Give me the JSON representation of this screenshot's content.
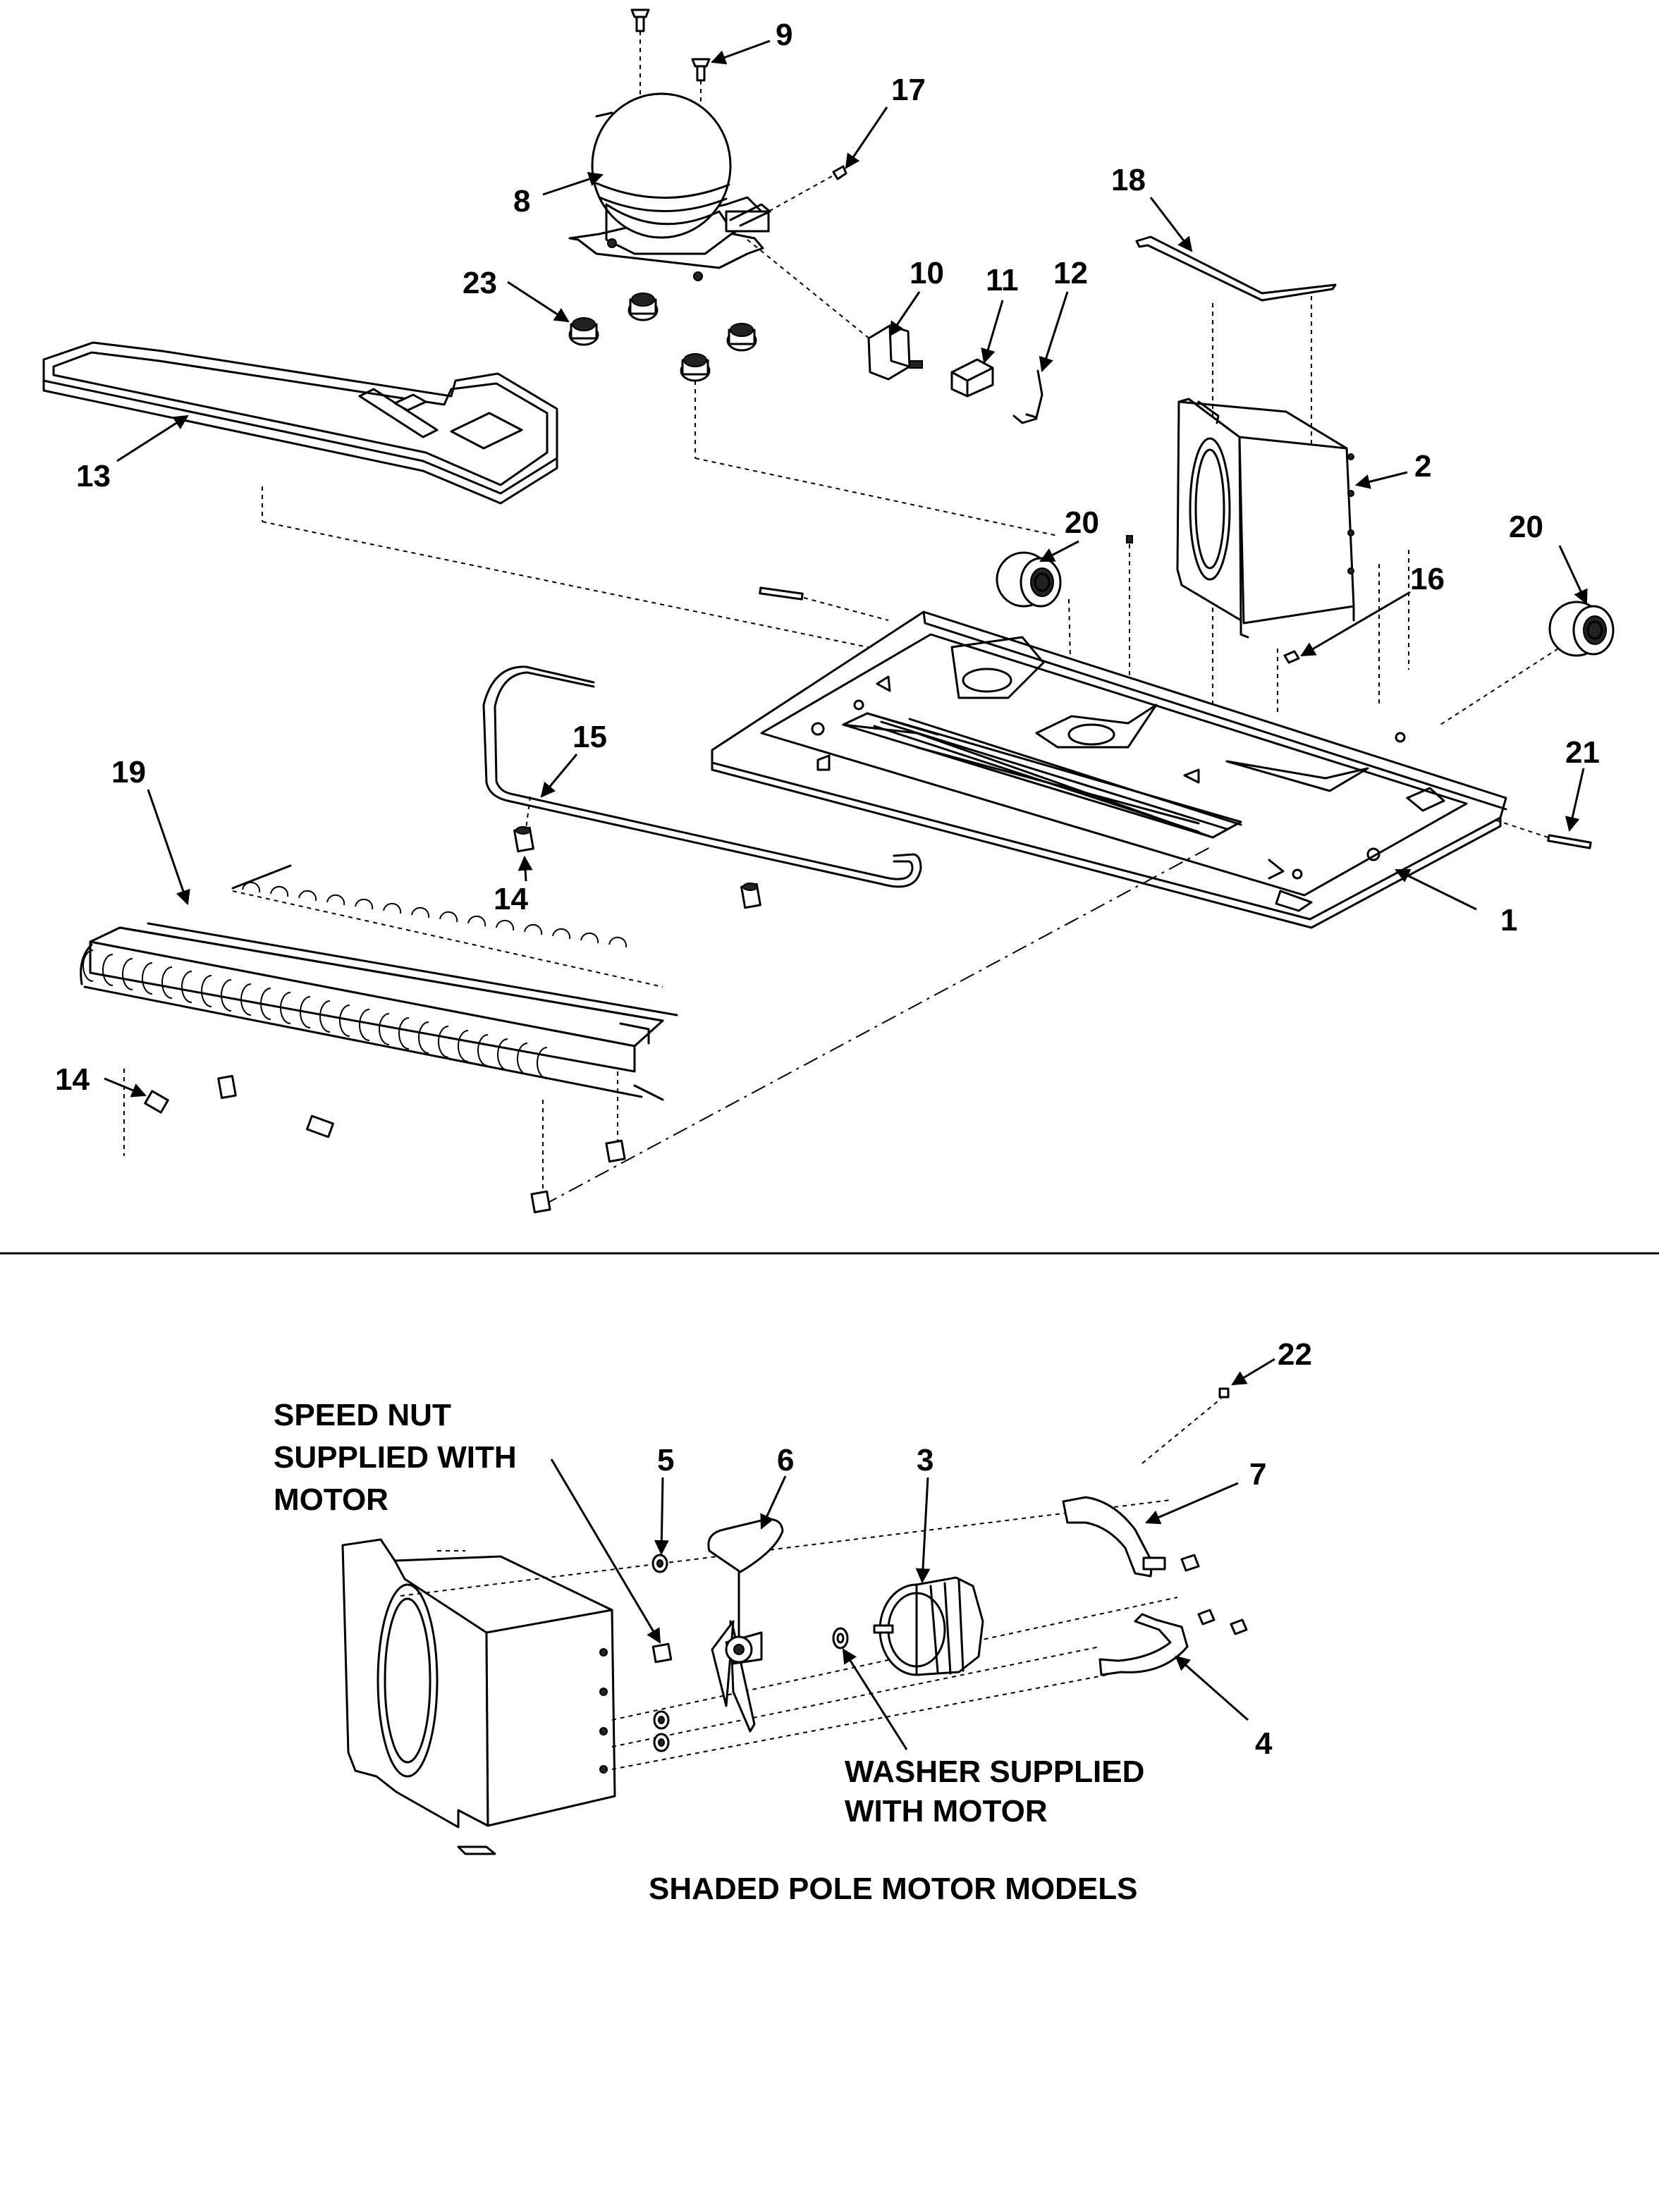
{
  "callouts": {
    "c1": "1",
    "c2": "2",
    "c3": "3",
    "c4": "4",
    "c5": "5",
    "c6": "6",
    "c7": "7",
    "c8": "8",
    "c9": "9",
    "c10": "10",
    "c11": "11",
    "c12": "12",
    "c13": "13",
    "c14a": "14",
    "c14b": "14",
    "c15": "15",
    "c16": "16",
    "c17": "17",
    "c18": "18",
    "c19": "19",
    "c20a": "20",
    "c20b": "20",
    "c21": "21",
    "c22": "22",
    "c23": "23"
  },
  "notes": {
    "speed_nut_1": "SPEED NUT",
    "speed_nut_2": "SUPPLIED WITH",
    "speed_nut_3": "MOTOR",
    "washer_1": "WASHER SUPPLIED",
    "washer_2": "WITH MOTOR"
  },
  "caption": "SHADED POLE MOTOR MODELS"
}
